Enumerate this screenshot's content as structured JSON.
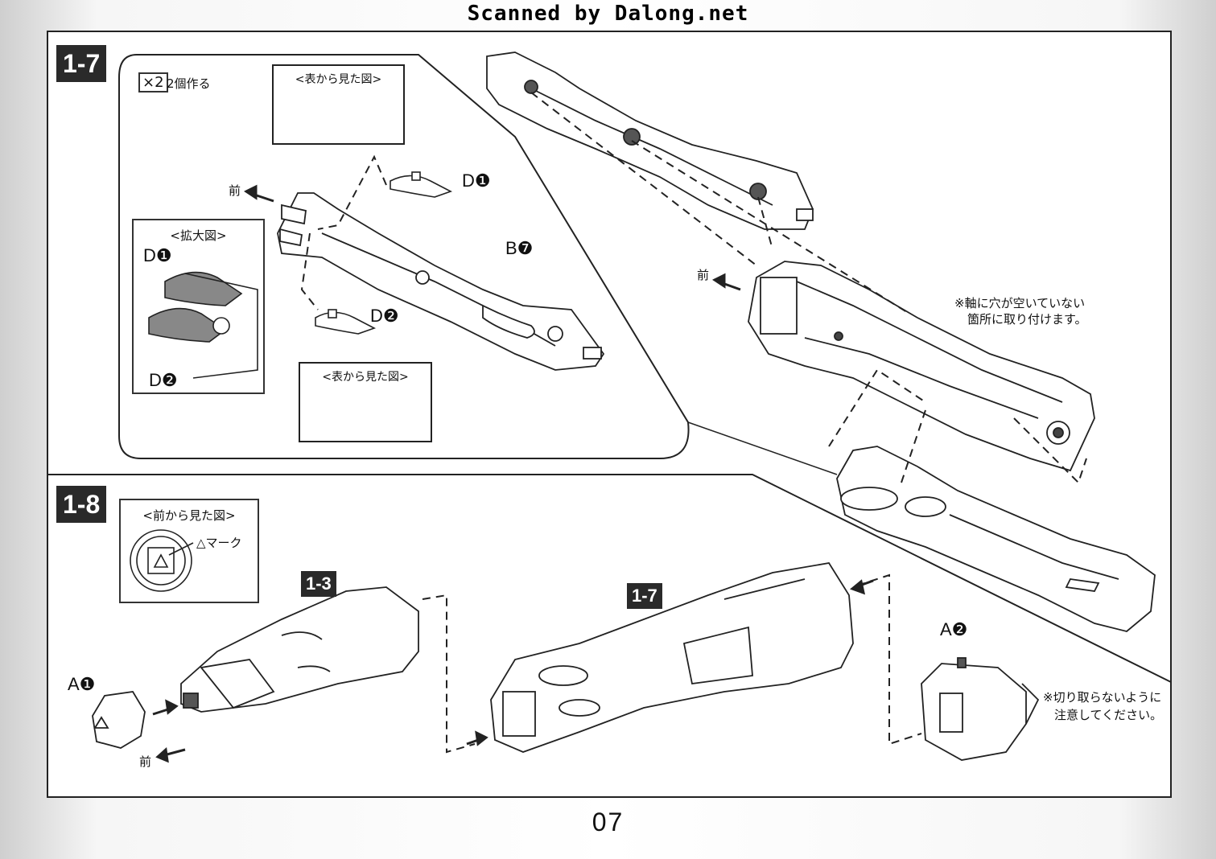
{
  "header": {
    "scan_credit": "Scanned by Dalong.net"
  },
  "step_1_7": {
    "step_label": "1-7",
    "multiplier": {
      "icon_text": "×2",
      "text": "2個作る"
    },
    "front_view_label_top": "<表から見た図>",
    "front_view_label_bottom": "<表から見た図>",
    "zoom_label": "<拡大図>",
    "zoom_part_1": "D❶",
    "zoom_part_2": "D❷",
    "part_d1": "D❶",
    "part_d2": "D❷",
    "part_b7": "B❼",
    "front_marker_left": "前",
    "front_marker_right": "前",
    "note_line_1": "※軸に穴が空いていない",
    "note_line_2": "箇所に取り付けます。"
  },
  "step_1_8": {
    "step_label": "1-8",
    "front_view_label": "<前から見た図>",
    "triangle_mark_label": "△マーク",
    "sub_1_3": "1-3",
    "sub_1_7": "1-7",
    "part_a1": "A❶",
    "part_a2": "A❷",
    "front_marker": "前",
    "note_line_1": "※切り取らないように",
    "note_line_2": "注意してください。"
  },
  "footer": {
    "page_number": "07"
  }
}
